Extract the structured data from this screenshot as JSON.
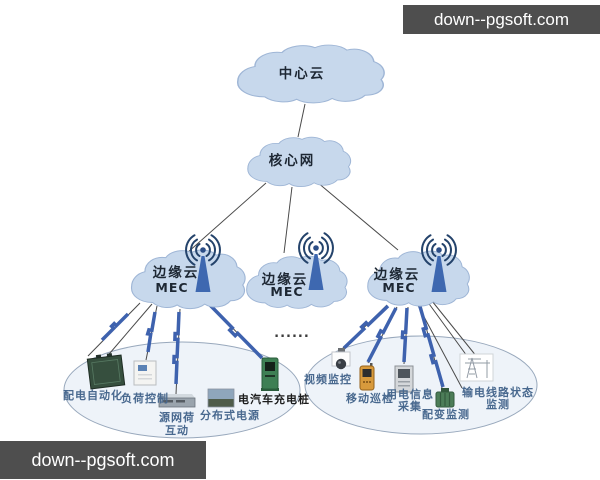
{
  "watermarks": {
    "top_right": "down--pgsoft.com",
    "bottom_left": "down--pgsoft.com"
  },
  "clouds": {
    "central": {
      "label": "中心云"
    },
    "core": {
      "label": "核心网"
    },
    "edge1": {
      "label": "边缘云",
      "sublabel": "MEC"
    },
    "edge2": {
      "label": "边缘云",
      "sublabel": "MEC"
    },
    "edge3": {
      "label": "边缘云",
      "sublabel": "MEC"
    }
  },
  "separator": {
    "ellipsis": "......"
  },
  "left_cluster": {
    "devices": [
      {
        "id": "distribution-automation",
        "label": "配电自动化"
      },
      {
        "id": "load-control",
        "label": "负荷控制"
      },
      {
        "id": "source-grid-load",
        "label_line1": "源网荷",
        "label_line2": "互动"
      },
      {
        "id": "distributed-power",
        "label": "分布式电源"
      },
      {
        "id": "ev-charging-pile",
        "label": "电汽车充电桩"
      }
    ]
  },
  "right_cluster": {
    "devices": [
      {
        "id": "video-surveillance",
        "label": "视频监控"
      },
      {
        "id": "mobile-inspection",
        "label": "移动巡检"
      },
      {
        "id": "power-info-collection",
        "label_line1": "用电信息",
        "label_line2": "采集"
      },
      {
        "id": "transformer-monitoring",
        "label": "配变监测"
      },
      {
        "id": "transmission-line-monitoring",
        "label_line1": "输电线路状态",
        "label_line2": "监测"
      }
    ]
  },
  "colors": {
    "cloud_fill": "#c7d8ec",
    "cloud_stroke": "#9fb6d6",
    "bolt_blue": "#3e62ae",
    "antenna_blue": "#3e68b0",
    "label_blue": "#49698f",
    "watermark_bg": "#4e4e4e",
    "watermark_text": "#ffffff"
  }
}
